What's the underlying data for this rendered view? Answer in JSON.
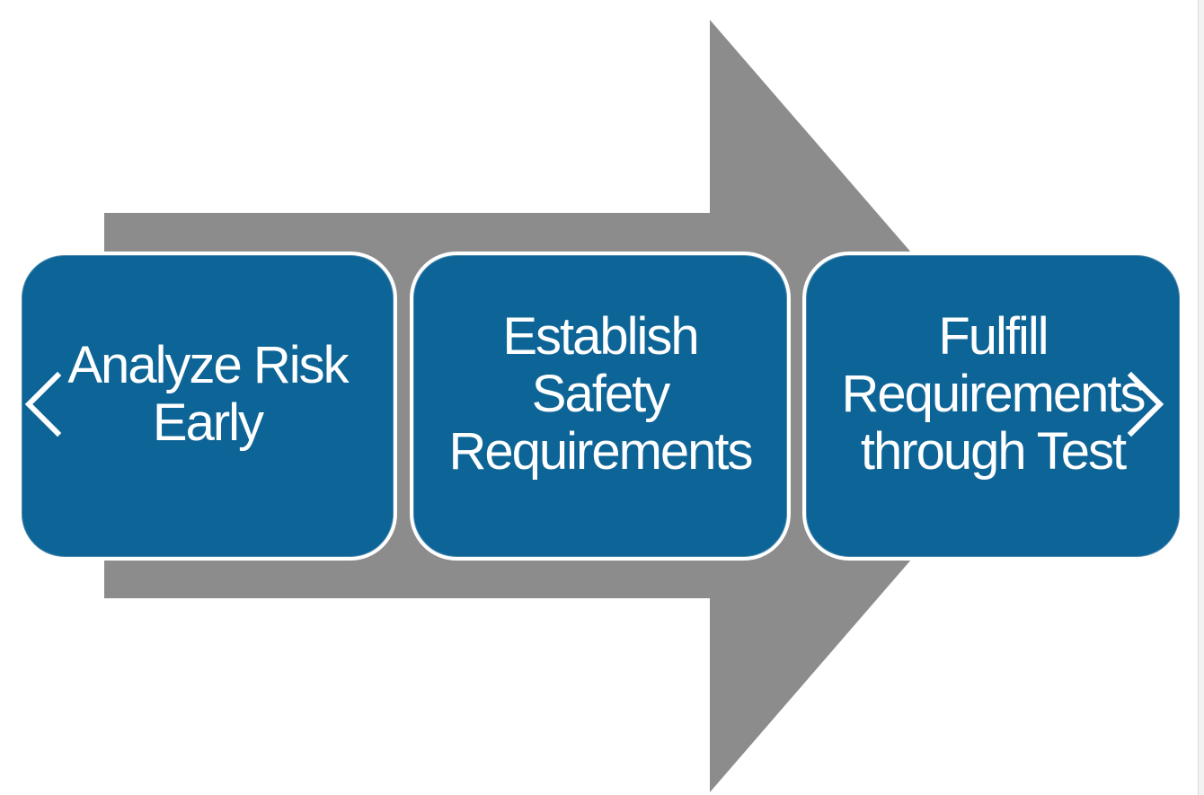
{
  "steps": [
    {
      "label": "Analyze Risk\nEarly"
    },
    {
      "label": "Establish\nSafety\nRequirements"
    },
    {
      "label": "Fulfill\nRequirements\nthrough Test"
    }
  ],
  "nav": {
    "prev_icon": "chevron-left-icon",
    "next_icon": "chevron-right-icon"
  },
  "colors": {
    "box_fill": "#0d6496",
    "box_border": "#ffffff",
    "arrow_fill": "#8c8c8c",
    "text": "#ffffff"
  }
}
